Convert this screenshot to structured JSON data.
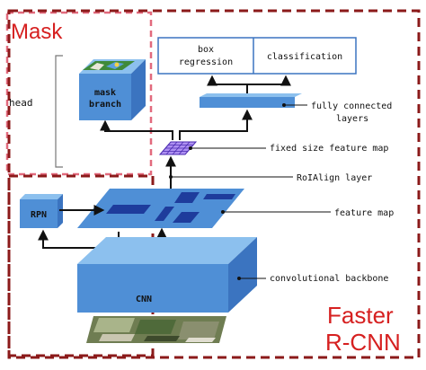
{
  "regions": {
    "mask_label": "Mask",
    "faster_label_line1": "Faster",
    "faster_label_line2": "R-CNN",
    "head_label": "head"
  },
  "blocks": {
    "mask_branch_line1": "mask",
    "mask_branch_line2": "branch",
    "rpn": "RPN",
    "cnn": "CNN",
    "box_regression_line1": "box",
    "box_regression_line2": "regression",
    "classification": "classification"
  },
  "annotations": {
    "fully_connected_line1": "fully connected",
    "fully_connected_line2": "layers",
    "fixed_size_feature_map": "fixed size feature map",
    "roialign_layer": "RoIAlign layer",
    "feature_map": "feature map",
    "convolutional_backbone": "convolutional backbone"
  },
  "colors": {
    "region_dark_red": "#8b1a1a",
    "region_pink": "#e26a7d",
    "label_red": "#d62020",
    "block_blue": "#4f8fd6",
    "block_light": "#8cc0ee",
    "roi_dark": "#1e3c9c",
    "grid_purple": "#7b4fe0",
    "arrow": "#111111"
  },
  "icons": {
    "mask_image_icon": "segmentation-thumbnail",
    "input_image_icon": "input-photo-strip"
  }
}
